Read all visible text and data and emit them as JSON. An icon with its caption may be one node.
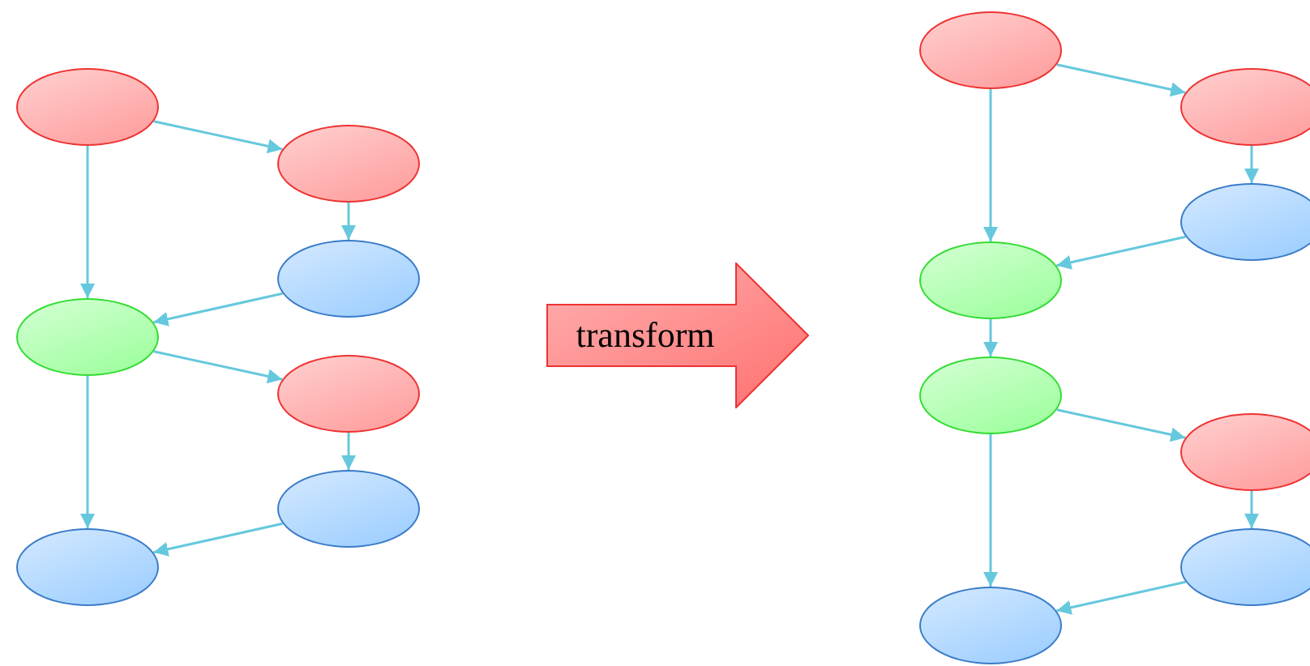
{
  "diagram": {
    "nodes": [
      {
        "text": [],
        "shape": "ellipse"
      },
      {
        "text": [],
        "shape": "ellipse"
      },
      {
        "text": [],
        "shape": "ellipse"
      },
      {
        "text": [],
        "shape": "ellipse"
      },
      {
        "text": [],
        "shape": "ellipse"
      },
      {
        "text": [],
        "shape": "ellipse"
      },
      {
        "text": [],
        "shape": "ellipse"
      },
      {
        "text": [
          "transform"
        ]
      },
      {
        "text": [],
        "shape": "ellipse"
      },
      {
        "text": [],
        "shape": "ellipse"
      },
      {
        "text": [],
        "shape": "ellipse"
      },
      {
        "text": [],
        "shape": "ellipse"
      },
      {
        "text": [],
        "shape": "ellipse"
      },
      {
        "text": [],
        "shape": "ellipse"
      },
      {
        "text": [],
        "shape": "ellipse"
      },
      {
        "text": [],
        "shape": "ellipse"
      }
    ],
    "edges": [
      {
        "from": 0,
        "to": 1,
        "arrow": "to"
      },
      {
        "from": 0,
        "to": 3,
        "arrow": "to"
      },
      {
        "from": 1,
        "to": 2,
        "arrow": "to"
      },
      {
        "from": 2,
        "to": 3,
        "arrow": "to"
      },
      {
        "from": 3,
        "to": 4,
        "arrow": "to"
      },
      {
        "from": 3,
        "to": 6,
        "arrow": "to"
      },
      {
        "from": 4,
        "to": 5,
        "arrow": "to"
      },
      {
        "from": 5,
        "to": 6,
        "arrow": "to"
      },
      {
        "from": 8,
        "to": 9,
        "arrow": "to"
      },
      {
        "from": 8,
        "to": 11,
        "arrow": "to"
      },
      {
        "from": 9,
        "to": 10,
        "arrow": "to"
      },
      {
        "from": 10,
        "to": 11,
        "arrow": "to"
      },
      {
        "from": 11,
        "to": 12,
        "arrow": "to"
      },
      {
        "from": 12,
        "to": 13,
        "arrow": "to"
      },
      {
        "from": 12,
        "to": 15,
        "arrow": "to"
      },
      {
        "from": 13,
        "to": 14,
        "arrow": "to"
      },
      {
        "from": 14,
        "to": 15,
        "arrow": "to"
      }
    ]
  }
}
